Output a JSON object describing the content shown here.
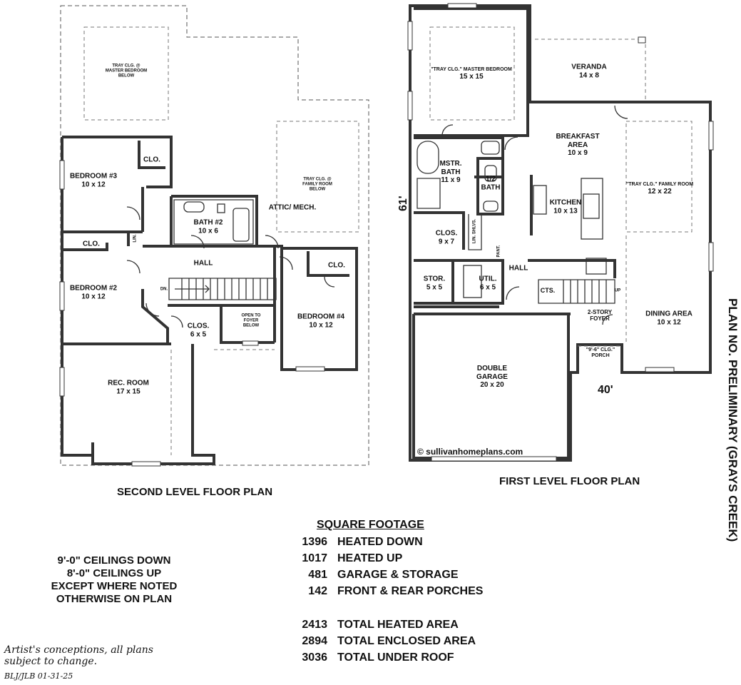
{
  "second_level": {
    "title": "SECOND LEVEL FLOOR PLAN",
    "rooms": [
      {
        "name": "BEDROOM #3",
        "dims": "10 x 12"
      },
      {
        "name": "BEDROOM #2",
        "dims": "10 x 12"
      },
      {
        "name": "BEDROOM #4",
        "dims": "10 x 12"
      },
      {
        "name": "BATH #2",
        "dims": "10 x 6"
      },
      {
        "name": "CLOS.",
        "dims": "6 x 5"
      },
      {
        "name": "REC. ROOM",
        "dims": "17 x 15"
      },
      {
        "name": "HALL",
        "dims": ""
      }
    ],
    "closets": [
      "CLO.",
      "CLO.",
      "CLO.",
      "LIN."
    ],
    "tray_master": [
      "TRAY CLG. @",
      "MASTER BEDROOM",
      "BELOW"
    ],
    "tray_family": [
      "TRAY CLG. @",
      "FAMILY ROOM",
      "BELOW"
    ],
    "attic": "ATTIC/ MECH.",
    "open_foyer": [
      "OPEN TO",
      "FOYER",
      "BELOW"
    ],
    "stair_dn": "DN."
  },
  "first_level": {
    "title": "FIRST LEVEL FLOOR PLAN",
    "rooms": [
      {
        "name": "\"TRAY CLG.\" MASTER BEDROOM",
        "dims": "15 x 15"
      },
      {
        "name": "VERANDA",
        "dims": "14 x 8"
      },
      {
        "name": "BREAKFAST AREA",
        "dims": "10 x 9"
      },
      {
        "name": "\"TRAY CLG.\" FAMILY ROOM",
        "dims": "12 x 22"
      },
      {
        "name": "MSTR. BATH",
        "dims": "11 x 9"
      },
      {
        "name": "1/2 BATH",
        "dims": ""
      },
      {
        "name": "KITCHEN",
        "dims": "10 x 13"
      },
      {
        "name": "CLOS.",
        "dims": "9 x 7"
      },
      {
        "name": "STOR.",
        "dims": "5 x 5"
      },
      {
        "name": "UTIL.",
        "dims": "6 x 5"
      },
      {
        "name": "DINING AREA",
        "dims": "10 x 12"
      },
      {
        "name": "DOUBLE GARAGE",
        "dims": "20 x 20"
      },
      {
        "name": "2-STORY FOYER",
        "dims": ""
      },
      {
        "name": "\"9'-6\" CLG.\" PORCH",
        "dims": ""
      },
      {
        "name": "HALL",
        "dims": ""
      }
    ],
    "small_labels": [
      "LIN. SHLVS.",
      "PANT.",
      "CTS.",
      "UP"
    ],
    "width_dim": "40'",
    "depth_dim": "61'",
    "copyright": "© sullivanhomeplans.com"
  },
  "plan_no": "PLAN NO. PRELIMINARY (GRAYS CREEK)",
  "square_footage": {
    "heading": "SQUARE FOOTAGE",
    "rows": [
      {
        "value": "1396",
        "label": "HEATED DOWN"
      },
      {
        "value": "1017",
        "label": "HEATED UP"
      },
      {
        "value": "481",
        "label": "GARAGE & STORAGE"
      },
      {
        "value": "142",
        "label": "FRONT & REAR PORCHES"
      }
    ],
    "totals": [
      {
        "value": "2413",
        "label": "TOTAL HEATED AREA"
      },
      {
        "value": "2894",
        "label": "TOTAL ENCLOSED AREA"
      },
      {
        "value": "3036",
        "label": "TOTAL UNDER ROOF"
      }
    ]
  },
  "ceilings": [
    "9'-0\" CEILINGS DOWN",
    "8'-0\" CEILINGS UP",
    "EXCEPT WHERE NOTED",
    "OTHERWISE ON PLAN"
  ],
  "disclaimer": [
    "Artist's conceptions, all plans",
    "subject to change."
  ],
  "initials": "BLJ/JLB   01-31-25"
}
